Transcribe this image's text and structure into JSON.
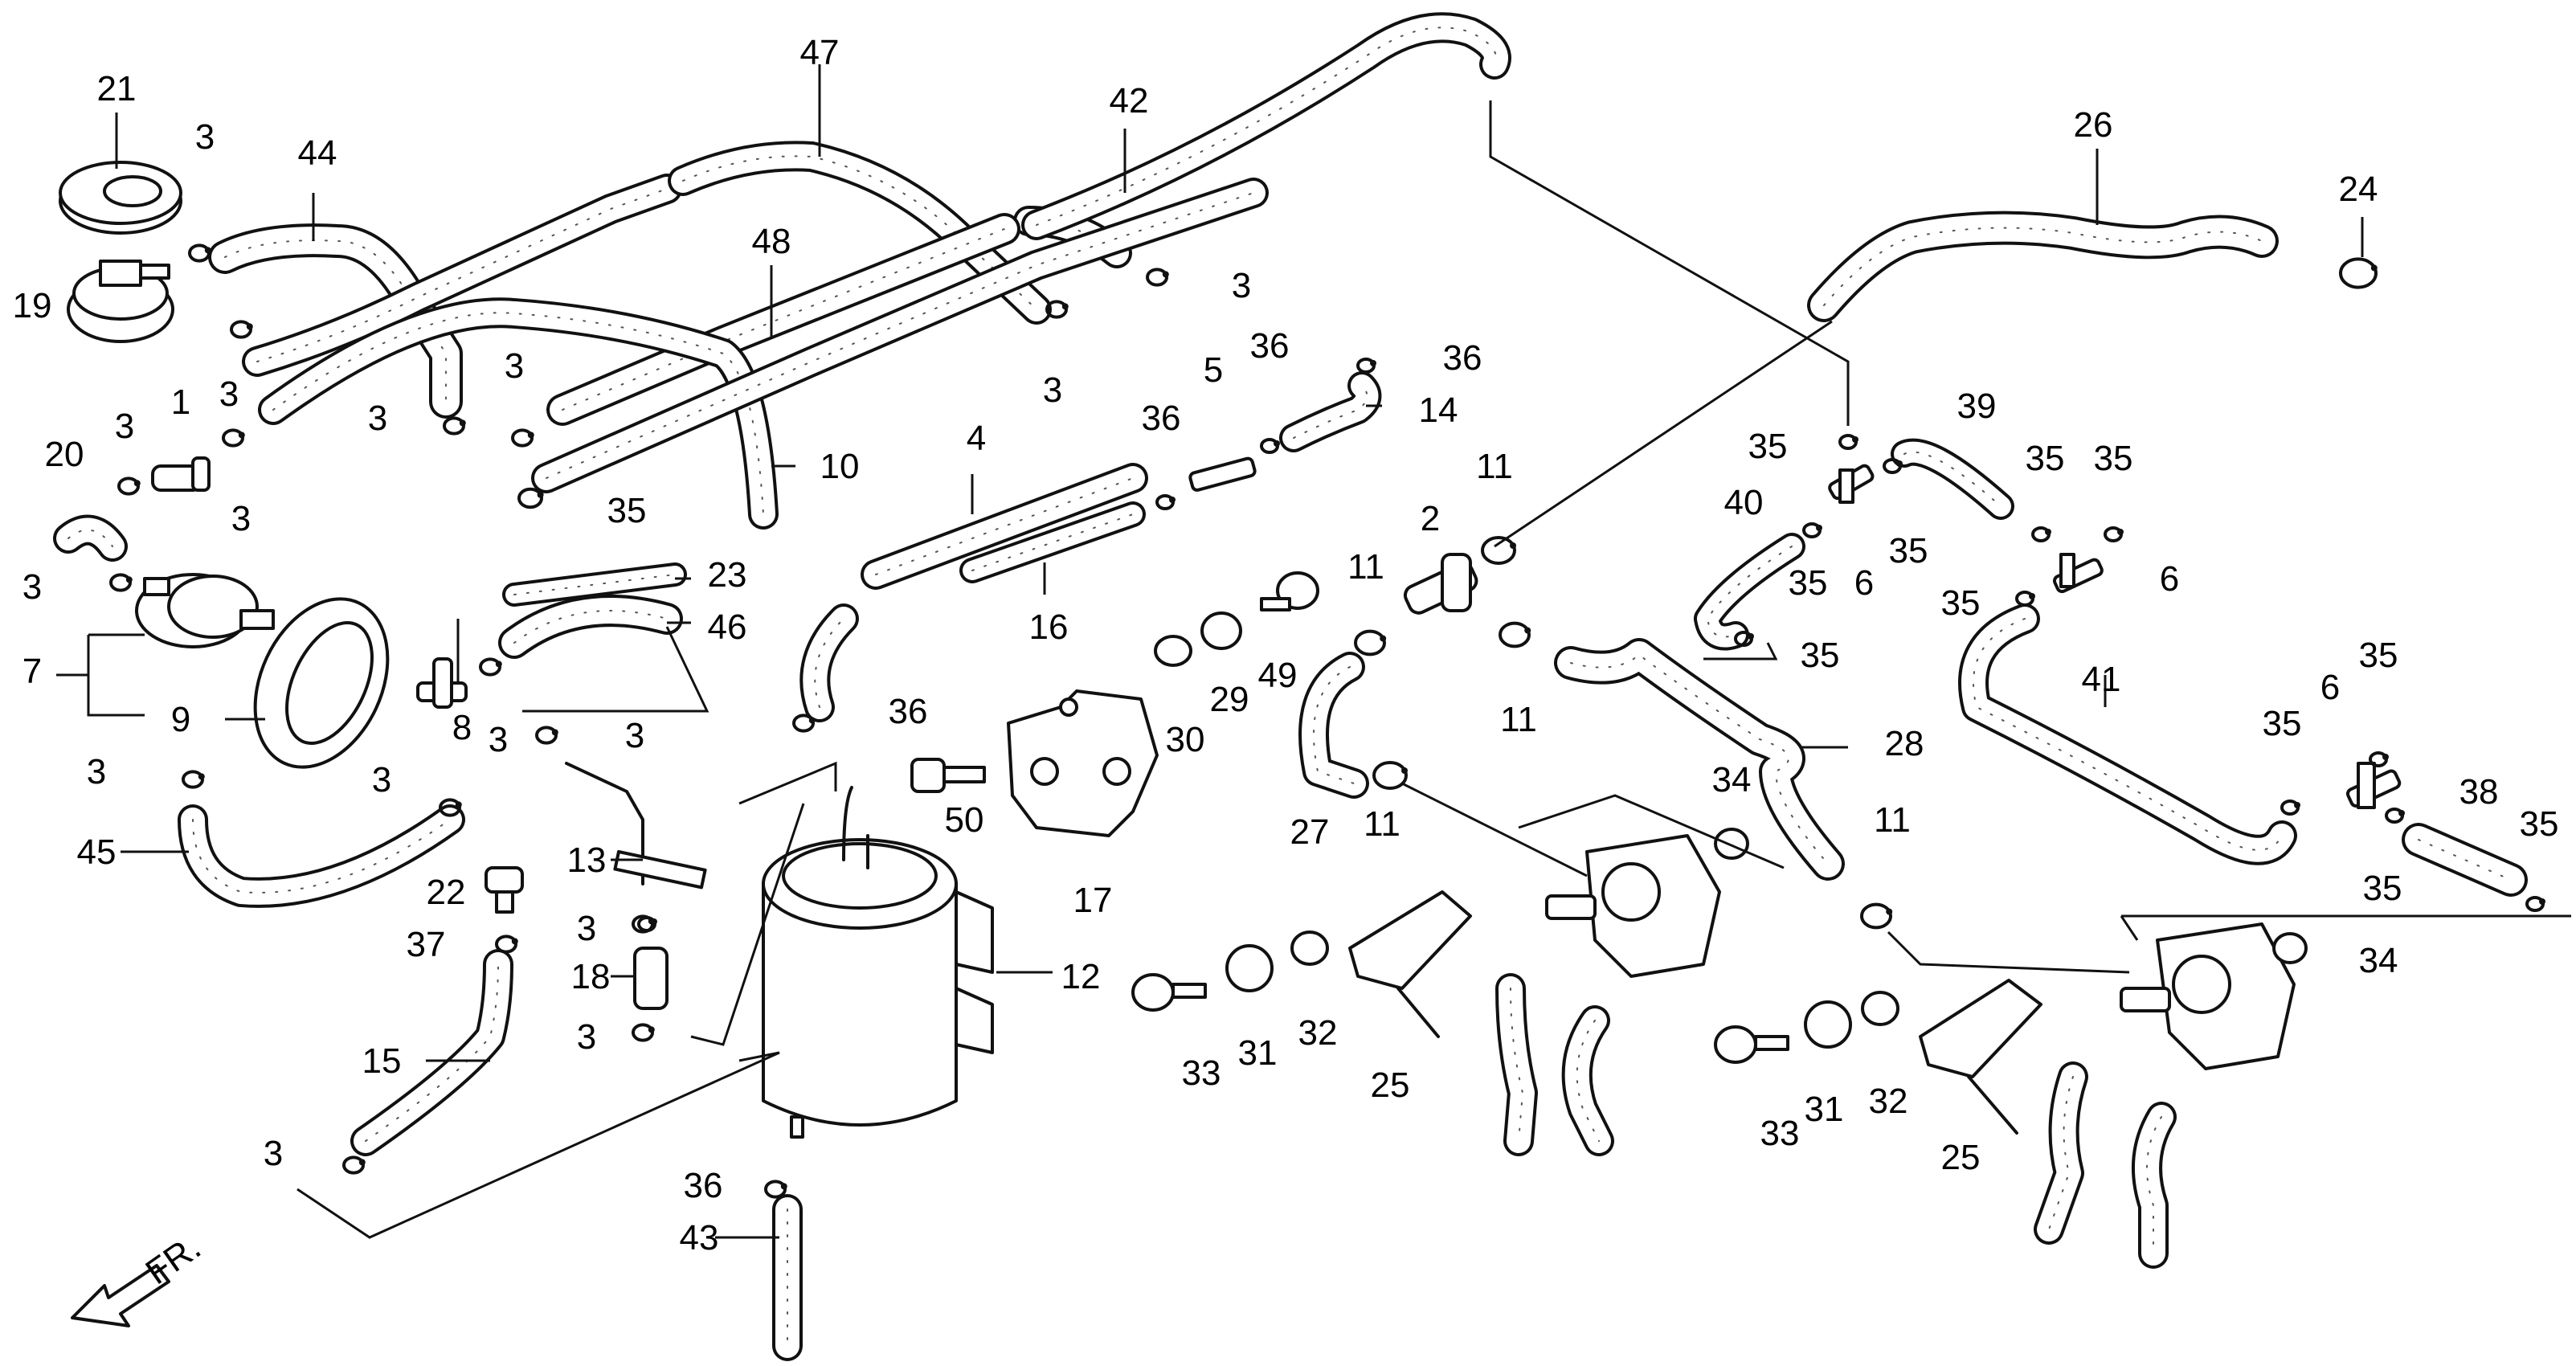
{
  "diagram": {
    "direction_label": "FR.",
    "labels": {
      "p1": "1",
      "p2": "2",
      "p3": "3",
      "p4": "4",
      "p5": "5",
      "p6": "6",
      "p7": "7",
      "p8": "8",
      "p9": "9",
      "p10": "10",
      "p11": "11",
      "p12": "12",
      "p13": "13",
      "p14": "14",
      "p15": "15",
      "p16": "16",
      "p17": "17",
      "p18": "18",
      "p19": "19",
      "p20": "20",
      "p21": "21",
      "p22": "22",
      "p23": "23",
      "p24": "24",
      "p25": "25",
      "p26": "26",
      "p27": "27",
      "p28": "28",
      "p29": "29",
      "p30": "30",
      "p31": "31",
      "p32": "32",
      "p33": "33",
      "p34": "34",
      "p35": "35",
      "p36": "36",
      "p37": "37",
      "p38": "38",
      "p39": "39",
      "p40": "40",
      "p41": "41",
      "p42": "42",
      "p43": "43",
      "p44": "44",
      "p45": "45",
      "p46": "46",
      "p47": "47",
      "p48": "48",
      "p49": "49",
      "p50": "50"
    }
  }
}
